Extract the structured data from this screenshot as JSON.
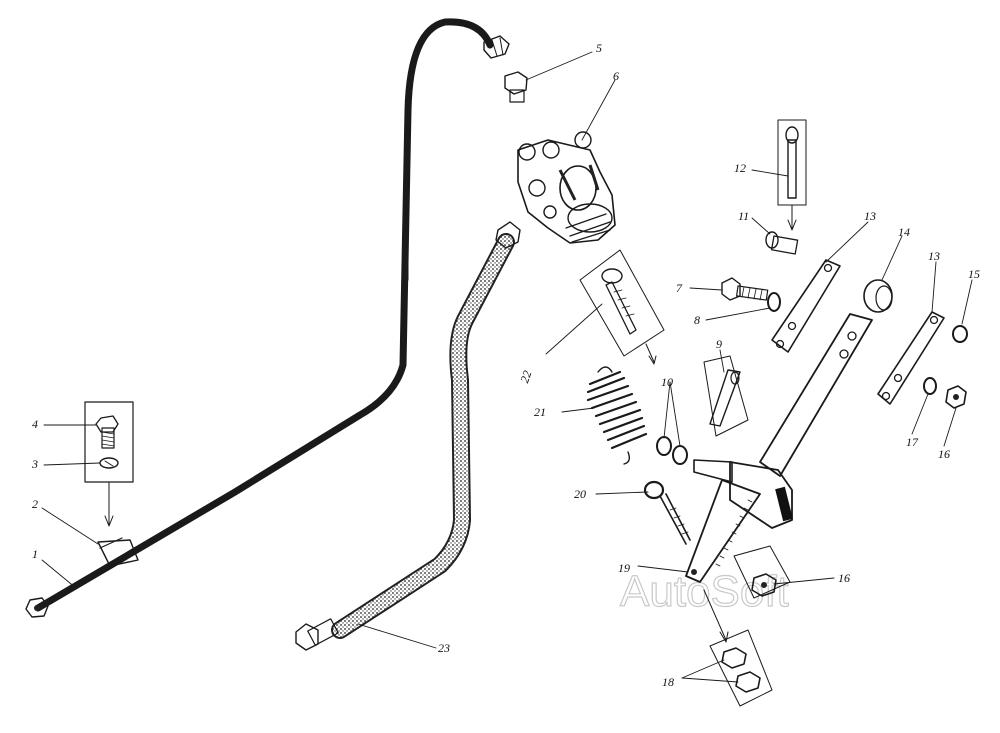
{
  "labels": {
    "l1": "1",
    "l2": "2",
    "l3": "3",
    "l4": "4",
    "l5": "5",
    "l6": "6",
    "l7": "7",
    "l8": "8",
    "l9": "9",
    "l10": "10",
    "l11": "11",
    "l12": "12",
    "l13a": "13",
    "l13b": "13",
    "l14": "14",
    "l15": "15",
    "l16a": "16",
    "l16b": "16",
    "l17": "17",
    "l18": "18",
    "l19": "19",
    "l20": "20",
    "l21": "21",
    "l22": "22",
    "l23": "23"
  },
  "watermark": "AutoSoft"
}
